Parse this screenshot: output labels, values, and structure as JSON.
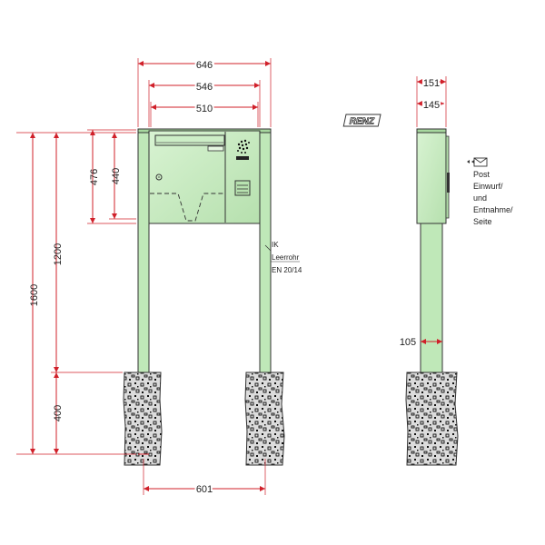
{
  "dimensions": {
    "width_646": "646",
    "width_546": "546",
    "width_510": "510",
    "height_476": "476",
    "height_440": "440",
    "height_1200": "1200",
    "height_1600": "1600",
    "height_400": "400",
    "base_601": "601",
    "side_151": "151",
    "side_145": "145",
    "post_105": "105"
  },
  "notes": {
    "conduit_line1": "IK",
    "conduit_line2": "Leerrohr",
    "conduit_line3": "EN 20/14",
    "logo_text": "RENZ",
    "side_label_lines": [
      "Post",
      "Einwurf/",
      "und",
      "Entnahme/",
      "Seite"
    ]
  },
  "colors": {
    "dimension": "#d0202a",
    "body_fill": "#c9ecc3",
    "post_fill": "#bfe8b8",
    "concrete_fill": "#dcdcdc"
  },
  "icons": [
    "renz-logo-icon",
    "envelope-icon",
    "camera-module-icon",
    "speaker-grille-icon"
  ]
}
